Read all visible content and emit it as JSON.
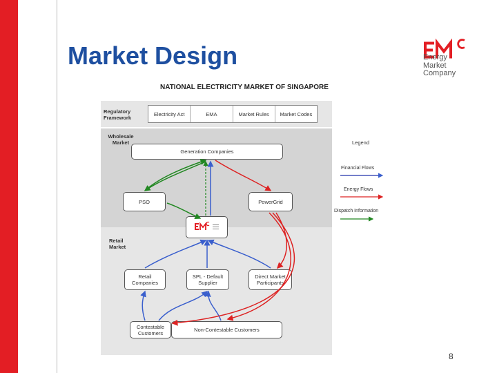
{
  "slide": {
    "title": "Market Design",
    "page_number": "8"
  },
  "logo": {
    "mark": "EMC",
    "lines": [
      "Energy",
      "Market",
      "Company"
    ]
  },
  "diagram": {
    "title": "NATIONAL ELECTRICITY MARKET OF SINGAPORE",
    "zones": {
      "regulatory": "Regulatory Framework",
      "wholesale": "Wholesale Market",
      "retail": "Retail Market"
    },
    "regulatory_items": [
      "Electricity Act",
      "EMA",
      "Market Rules",
      "Market Codes"
    ],
    "nodes": {
      "generation": "Generation Companies",
      "pso": "PSO",
      "powergrid": "PowerGrid",
      "retail_companies": "Retail Companies",
      "spl": "SPL - Default Supplier",
      "direct": "Direct Market Participants",
      "contestable": "Contestable Customers",
      "non_contestable": "Non-Contestable Customers"
    },
    "legend": {
      "title": "Legend",
      "items": [
        {
          "label": "Financial Flows",
          "color": "#2233aa"
        },
        {
          "label": "Energy Flows",
          "color": "#dd2222"
        },
        {
          "label": "Dispatch Information",
          "color": "#228822"
        }
      ]
    }
  },
  "colors": {
    "accent_red": "#e31e24",
    "title_blue": "#1e4fa0",
    "financial": "#3a5fcd",
    "energy": "#dd2222",
    "dispatch": "#228822"
  }
}
